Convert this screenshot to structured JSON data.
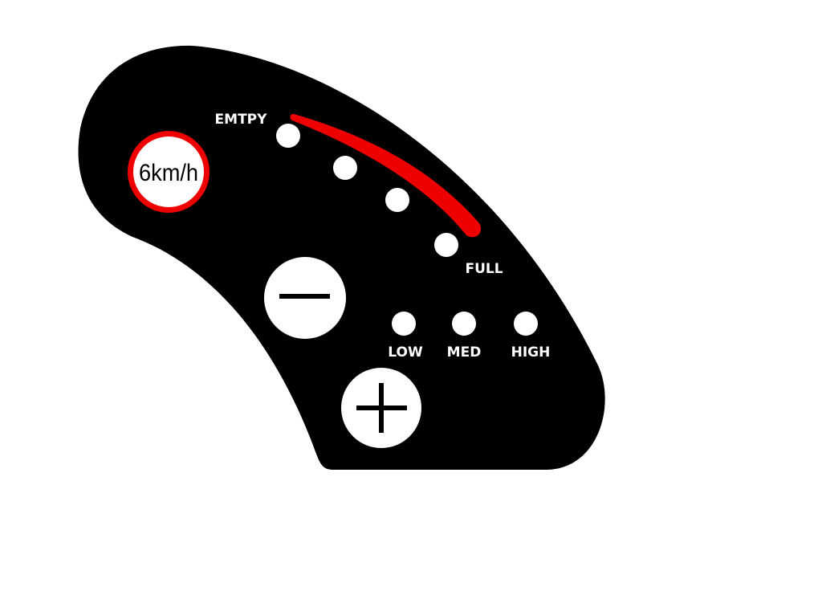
{
  "panel": {
    "speed_button": {
      "label": "6km/h"
    },
    "battery": {
      "empty_label": "EMTPY",
      "full_label": "FULL",
      "indicator_count": 4
    },
    "minus_button": {
      "icon": "minus-icon"
    },
    "plus_button": {
      "icon": "plus-icon"
    },
    "assist_levels": [
      {
        "label": "LOW"
      },
      {
        "label": "MED"
      },
      {
        "label": "HIGH"
      }
    ]
  },
  "colors": {
    "panel": "#000000",
    "accent": "#ee0000",
    "indicator": "#ffffff"
  }
}
